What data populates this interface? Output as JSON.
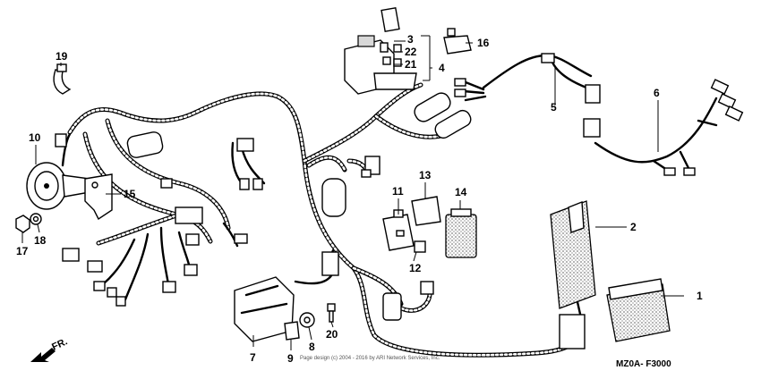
{
  "diagram": {
    "callouts": [
      {
        "id": "1",
        "label": "1"
      },
      {
        "id": "2",
        "label": "2"
      },
      {
        "id": "3",
        "label": "3"
      },
      {
        "id": "4",
        "label": "4"
      },
      {
        "id": "5",
        "label": "5"
      },
      {
        "id": "6",
        "label": "6"
      },
      {
        "id": "7",
        "label": "7"
      },
      {
        "id": "8",
        "label": "8"
      },
      {
        "id": "9",
        "label": "9"
      },
      {
        "id": "10",
        "label": "10"
      },
      {
        "id": "11",
        "label": "11"
      },
      {
        "id": "12",
        "label": "12"
      },
      {
        "id": "13",
        "label": "13"
      },
      {
        "id": "14",
        "label": "14"
      },
      {
        "id": "15",
        "label": "15"
      },
      {
        "id": "16",
        "label": "16"
      },
      {
        "id": "17",
        "label": "17"
      },
      {
        "id": "18",
        "label": "18"
      },
      {
        "id": "19",
        "label": "19"
      },
      {
        "id": "20",
        "label": "20"
      },
      {
        "id": "21",
        "label": "21"
      },
      {
        "id": "22",
        "label": "22"
      }
    ],
    "direction_label": "FR.",
    "diagram_code": "MZ0A- F3000",
    "copyright": "Page design (c) 2004 - 2016 by ARI Network Services, Inc."
  }
}
